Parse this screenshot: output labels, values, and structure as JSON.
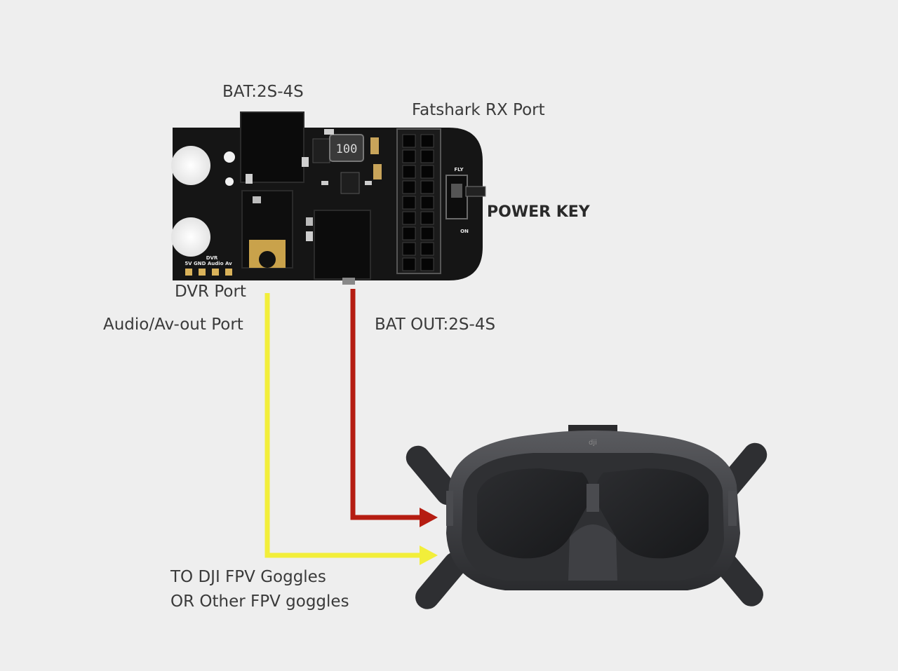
{
  "labels": {
    "bat_in": "BAT:2S-4S",
    "fatshark_port": "Fatshark RX Port",
    "power_key": "POWER KEY",
    "dvr_port": "DVR Port",
    "audio_av_port": "Audio/Av-out Port",
    "bat_out": "BAT OUT:2S-4S",
    "goggles_line1": "TO DJI FPV Goggles",
    "goggles_line2": "OR Other FPV goggles"
  },
  "board_marks": {
    "inductor": "100",
    "dvr_title": "DVR",
    "dvr_pins": "5V GND Audio Av",
    "switch_top": "FLY",
    "switch_on": "ON",
    "goggles_logo": "dji"
  },
  "colors": {
    "background": "#eeeeee",
    "board": "#151515",
    "audio_wire": "#f2ee3a",
    "power_wire": "#b51d12",
    "goggles": "#3c3d40"
  },
  "icons": {
    "board": "adapter-board-image",
    "goggles": "fpv-goggles-image"
  }
}
